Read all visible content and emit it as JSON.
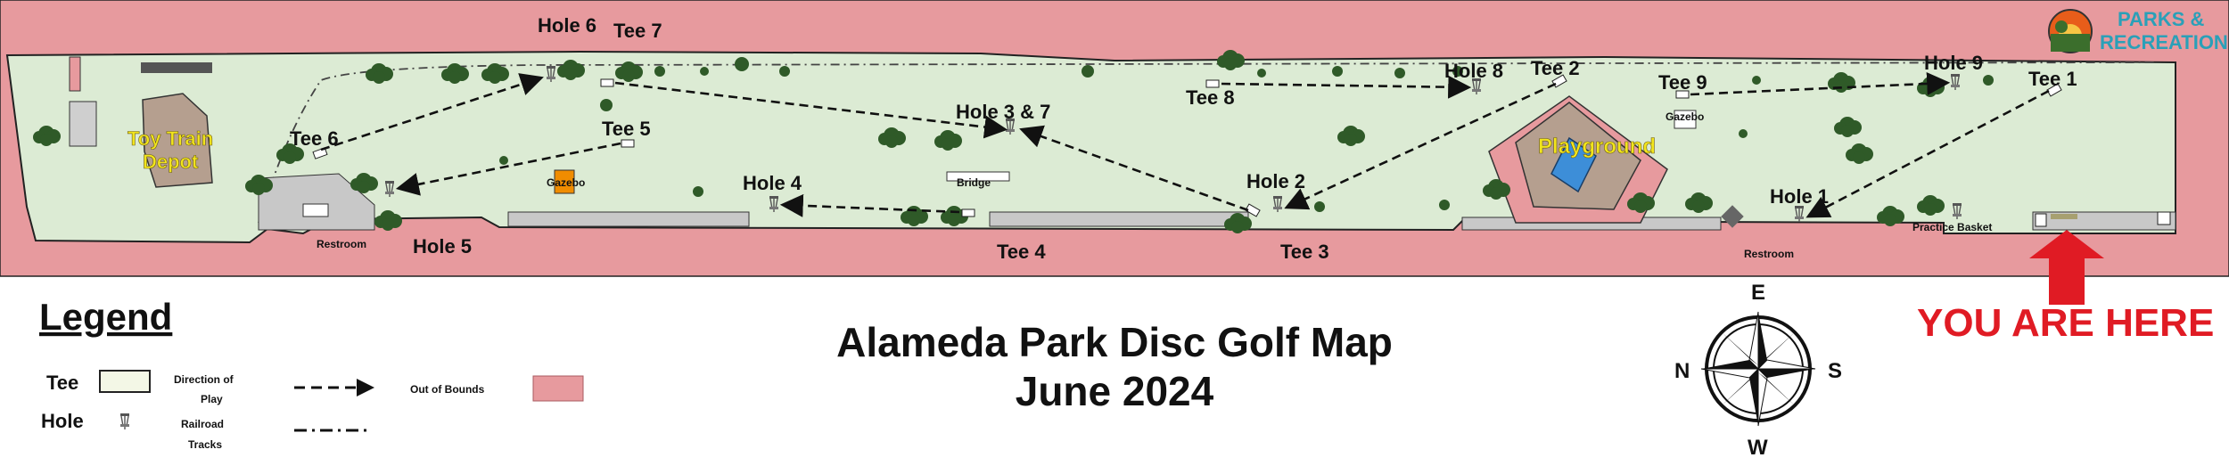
{
  "map": {
    "title_line1": "Alameda Park Disc Golf Map",
    "title_line2": "June 2024",
    "logo": {
      "text_line1": "PARKS &",
      "text_line2": "RECREATION",
      "color": "#2aa0b8",
      "icon": "sun-tree-logo"
    },
    "you_are_here": {
      "text": "YOU ARE HERE",
      "color": "#e01b24",
      "icon": "up-arrow-icon"
    },
    "colors": {
      "park": "#dcebd4",
      "out_of_bounds": "#e79a9e",
      "path": "#c8c8c8",
      "trees": "#2f5a28",
      "playground_fill": "#b59f8f"
    },
    "areas": {
      "toy_train_depot": "Toy Train\nDepot",
      "playground": "Playground",
      "gazebo_left": "Gazebo",
      "gazebo_right": "Gazebo",
      "bridge": "Bridge",
      "restroom_left": "Restroom",
      "restroom_right": "Restroom",
      "practice_basket": "Practice Basket"
    },
    "holes": [
      "Hole 1",
      "Hole 2",
      "Hole 3 & 7",
      "Hole 4",
      "Hole 5",
      "Hole 6",
      "Hole 8",
      "Hole 9"
    ],
    "tees": [
      "Tee 1",
      "Tee 2",
      "Tee 3",
      "Tee 4",
      "Tee 5",
      "Tee 6",
      "Tee 7",
      "Tee 8",
      "Tee 9"
    ]
  },
  "legend": {
    "title": "Legend",
    "tee_label": "Tee",
    "hole_label": "Hole",
    "direction_label": "Direction of\nPlay",
    "railroad_label": "Railroad\nTracks",
    "oob_label": "Out of Bounds"
  },
  "compass": {
    "e": "E",
    "n": "N",
    "s": "S",
    "w": "W"
  }
}
